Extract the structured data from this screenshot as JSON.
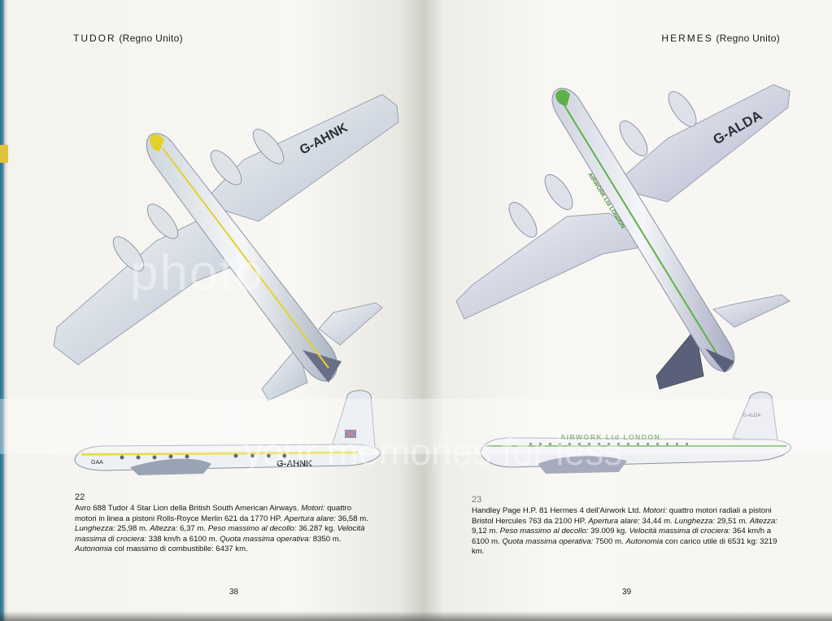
{
  "left_page": {
    "header_aircraft": "TUDOR",
    "header_country": "(Regno Unito)",
    "registration_top": "G-AHNK",
    "registration_side": "G-AHNK",
    "registration_nose": "GAA",
    "plate_number": "22",
    "caption_parts": [
      {
        "t": "Avro 688 Tudor 4 Star Lion della British South American Airways. ",
        "i": false
      },
      {
        "t": "Motori:",
        "i": true
      },
      {
        "t": " quattro motori in linea a pistoni Rolls-Royce Merlin 621 da 1770 HP. ",
        "i": false
      },
      {
        "t": "Apertura alare:",
        "i": true
      },
      {
        "t": " 36,58 m. ",
        "i": false
      },
      {
        "t": "Lunghezza:",
        "i": true
      },
      {
        "t": " 25,98 m. ",
        "i": false
      },
      {
        "t": "Altezza:",
        "i": true
      },
      {
        "t": " 6,37 m. ",
        "i": false
      },
      {
        "t": "Peso massimo al decollo:",
        "i": true
      },
      {
        "t": " 36.287 kg. ",
        "i": false
      },
      {
        "t": "Velocità massima di crociera:",
        "i": true
      },
      {
        "t": " 338 km/h a 6100 m. ",
        "i": false
      },
      {
        "t": "Quota massima operativa:",
        "i": true
      },
      {
        "t": " 8350 m. ",
        "i": false
      },
      {
        "t": "Autonomia",
        "i": true
      },
      {
        "t": " col massimo di combustibile: 6437 km.",
        "i": false
      }
    ],
    "folio": "38"
  },
  "right_page": {
    "header_aircraft": "HERMES",
    "header_country": "(Regno Unito)",
    "registration_top": "G-ALDA",
    "registration_side": "G-ALDA",
    "fuselage_text_top": "AIRWORK Ltd LONDON",
    "fuselage_text_side": "AIRWORK Ltd LONDON",
    "plate_number": "23",
    "caption_parts": [
      {
        "t": "Handley Page H.P. 81 Hermes 4 dell'Airwork Ltd. ",
        "i": false
      },
      {
        "t": "Motori:",
        "i": true
      },
      {
        "t": " quattro motori radiali a pistoni Bristol Hercules 763 da 2100 HP. ",
        "i": false
      },
      {
        "t": "Apertura alare:",
        "i": true
      },
      {
        "t": " 34,44 m. ",
        "i": false
      },
      {
        "t": "Lunghezza:",
        "i": true
      },
      {
        "t": " 29,51 m. ",
        "i": false
      },
      {
        "t": "Altezza:",
        "i": true
      },
      {
        "t": " 9,12 m. ",
        "i": false
      },
      {
        "t": "Peso massimo al decollo:",
        "i": true
      },
      {
        "t": " 39.009 kg. ",
        "i": false
      },
      {
        "t": "Velocità massima di crociera:",
        "i": true
      },
      {
        "t": " 364 km/h a 6100 m. ",
        "i": false
      },
      {
        "t": "Quota massima operativa:",
        "i": true
      },
      {
        "t": " 7500 m. ",
        "i": false
      },
      {
        "t": "Autonomia",
        "i": true
      },
      {
        "t": " con carico utile di 6531 kg: 3219 km.",
        "i": false
      }
    ],
    "folio": "39"
  },
  "watermark": {
    "line1": "photo",
    "line2": "your memories for less"
  },
  "colors": {
    "paper": "#f7f6f2",
    "text": "#141414",
    "tudor_stripe": "#e3d22a",
    "hermes_stripe": "#5fb04a",
    "hermes_tail": "#5a5f7a",
    "tudor_tail": "#6a6f88"
  }
}
